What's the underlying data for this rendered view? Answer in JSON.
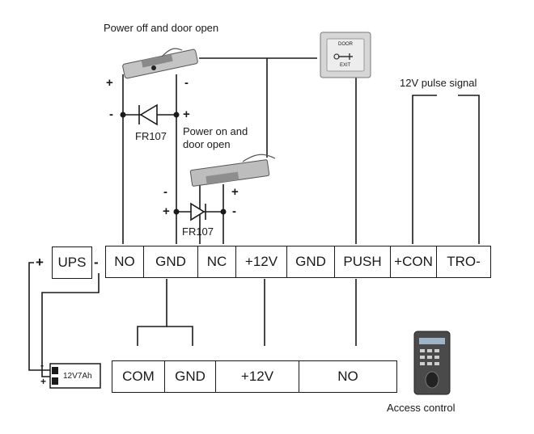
{
  "captions": {
    "lock_top": "Power off and door open",
    "lock_mid_line1": "Power on and",
    "lock_mid_line2": "door open",
    "pulse": "12V pulse signal",
    "access": "Access control"
  },
  "diodes": {
    "upper": "FR107",
    "lower": "FR107"
  },
  "ups": {
    "label": "UPS",
    "plus": "+",
    "minus": "-"
  },
  "battery": {
    "label": "12V7Ah",
    "minus": "-",
    "plus": "+"
  },
  "controller_terminals": [
    "NO",
    "GND",
    "NC",
    "+12V",
    "GND",
    "PUSH",
    "+CON",
    "TRO-"
  ],
  "access_terminals": [
    "COM",
    "GND",
    "+12V",
    "NO"
  ],
  "exit_button": {
    "line1": "DOOR",
    "line2": "EXIT"
  },
  "polarity": {
    "lock_top_plus": "+",
    "lock_top_minus": "-",
    "diode_top_left": "-",
    "diode_top_right": "+",
    "lock_mid_left": "-",
    "lock_mid_right": "+",
    "diode_low_left": "+",
    "diode_low_right": "-"
  },
  "colors": {
    "line": "#1a1a1a",
    "lock_metal": "#b8b8b8",
    "device_dark": "#3a3a3a"
  }
}
